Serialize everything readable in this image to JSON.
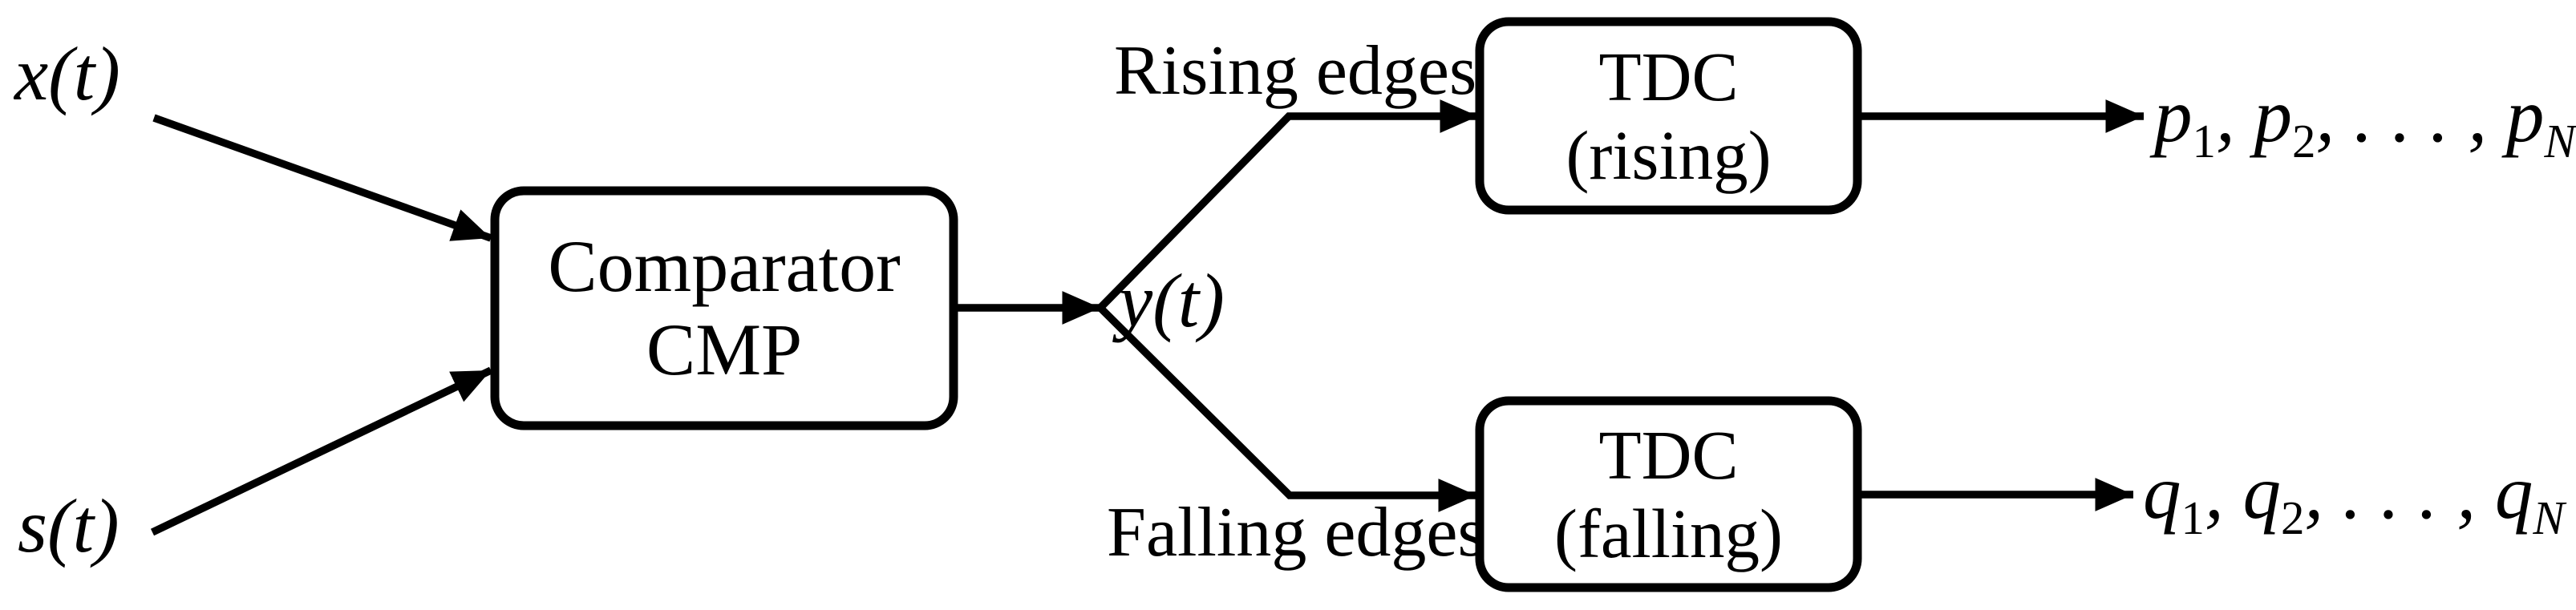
{
  "diagram": {
    "background_color": "#ffffff",
    "ink_color": "#000000",
    "inputs": {
      "x": "x(t)",
      "s": "s(t)"
    },
    "comparator": {
      "line1": "Comparator",
      "line2": "CMP"
    },
    "signal": "y(t)",
    "branches": {
      "rising": {
        "edge_label": "Rising edges",
        "box_line1": "TDC",
        "box_line2": "(rising)",
        "output": "p_1, p_2, . . . , p_N"
      },
      "falling": {
        "edge_label": "Falling edges",
        "box_line1": "TDC",
        "box_line2": "(falling)",
        "output": "q_1, q_2, . . . , q_N"
      }
    }
  }
}
